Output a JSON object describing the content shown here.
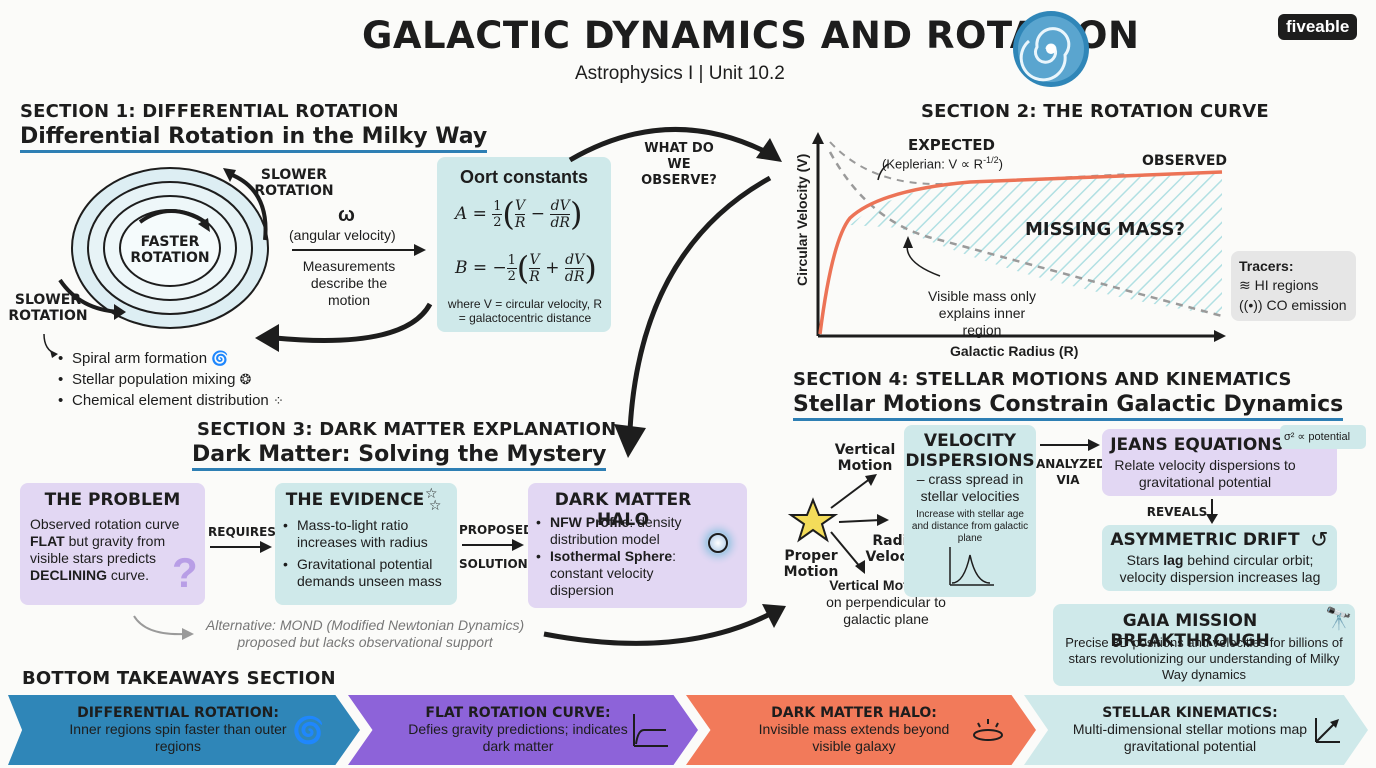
{
  "header": {
    "title": "GALACTIC DYNAMICS AND ROTATION",
    "subtitle": "Astrophysics I | Unit 10.2",
    "brand": "fiveable",
    "icon": "spiral-galaxy-icon"
  },
  "section1": {
    "heading": "SECTION 1: DIFFERENTIAL ROTATION",
    "subheading": "Differential Rotation in the Milky Way",
    "faster": "FASTER ROTATION",
    "slower_top": "SLOWER ROTATION",
    "slower_left": "SLOWER ROTATION",
    "omega_symbol": "ω",
    "omega_label": "(angular velocity)",
    "measure_text": "Measurements describe the motion",
    "oort": {
      "title": "Oort constants",
      "eq_a": "A = ½ (V/R − dV/dR)",
      "eq_b": "B = −½ (V/R + dV/dR)",
      "note": "where V = circular velocity, R = galactocentric distance"
    },
    "bullets": [
      "Spiral arm formation",
      "Stellar population mixing",
      "Chemical element distribution"
    ]
  },
  "connector1": "WHAT DO WE OBSERVE?",
  "section2": {
    "heading": "SECTION 2: THE ROTATION CURVE",
    "expected_title": "EXPECTED",
    "expected_sub": "(Keplerian: V ∝ R",
    "expected_exp": "-1/2",
    "observed": "OBSERVED",
    "missing": "MISSING MASS?",
    "visible_note": "Visible mass only explains inner region",
    "ylabel": "Circular Velocity (V)",
    "xlabel": "Galactic Radius (R)",
    "tracers": {
      "title": "Tracers:",
      "items": [
        "HI regions",
        "CO emission"
      ]
    }
  },
  "section3": {
    "heading": "SECTION 3: DARK MATTER EXPLANATION",
    "subheading": "Dark Matter: Solving the Mystery",
    "problem": {
      "title": "THE PROBLEM",
      "text_a": "Observed rotation curve ",
      "text_b": "FLAT",
      "text_c": " but gravity from visible stars predicts ",
      "text_d": "DECLINING",
      "text_e": " curve."
    },
    "requires": "REQUIRES",
    "evidence": {
      "title": "THE EVIDENCE",
      "items": [
        "Mass-to-light ratio increases with radius",
        "Gravitational potential demands unseen mass"
      ]
    },
    "proposed": "PROPOSED",
    "solution": "SOLUTION",
    "halo": {
      "title": "DARK MATTER HALO",
      "item1_bold": "NFW Profile",
      "item1_rest": ": density distribution model",
      "item2_bold": "Isothermal Sphere",
      "item2_rest": ": constant velocity dispersion"
    },
    "alternative": "Alternative: MOND (Modified Newtonian Dynamics) proposed but lacks observational support"
  },
  "section4": {
    "heading": "SECTION 4: STELLAR MOTIONS AND KINEMATICS",
    "subheading": "Stellar Motions Constrain Galactic Dynamics",
    "vertical_motion": "Vertical Motion",
    "proper_motion": "Proper Motion",
    "radial_velocity": "Radial Velocity",
    "vertical_note_bold": "Vertical Motion",
    "vertical_note_rest": " is on perpendicular to galactic plane",
    "dispersions": {
      "title": "VELOCITY DISPERSIONS",
      "text": "– crass spread in stellar velocities",
      "small": "Increase with stellar age and distance from galactic plane"
    },
    "analyzed": "ANALYZED VIA",
    "jeans": {
      "title": "JEANS EQUATIONS",
      "text": "Relate velocity dispersions to gravitational potential",
      "tag": "σ² ∝ potential"
    },
    "reveals": "REVEALS",
    "drift": {
      "title": "ASYMMETRIC DRIFT",
      "text_a": "Stars ",
      "text_b": "lag",
      "text_c": " behind circular orbit; velocity dispersion increases lag"
    },
    "gaia": {
      "title": "GAIA MISSION BREAKTHROUGH",
      "text": "Precise 3D positions and velocities for billions of stars revolutionizing our understanding of Milky Way dynamics"
    }
  },
  "takeaways": {
    "heading": "BOTTOM TAKEAWAYS SECTION",
    "items": [
      {
        "title": "DIFFERENTIAL ROTATION:",
        "text": "Inner regions spin faster than outer regions",
        "icon": "spiral-galaxy-icon",
        "color": "#2f86b8"
      },
      {
        "title": "FLAT ROTATION CURVE:",
        "text": "Defies gravity predictions; indicates dark matter",
        "icon": "flat-curve-icon",
        "color": "#8d63d9"
      },
      {
        "title": "DARK MATTER HALO:",
        "text": "Invisible mass extends beyond visible galaxy",
        "icon": "halo-icon",
        "color": "#f27a5a"
      },
      {
        "title": "STELLAR KINEMATICS:",
        "text": "Multi-dimensional stellar motions map gravitational potential",
        "icon": "axes-icon",
        "color": "#cfe9ea"
      }
    ]
  }
}
